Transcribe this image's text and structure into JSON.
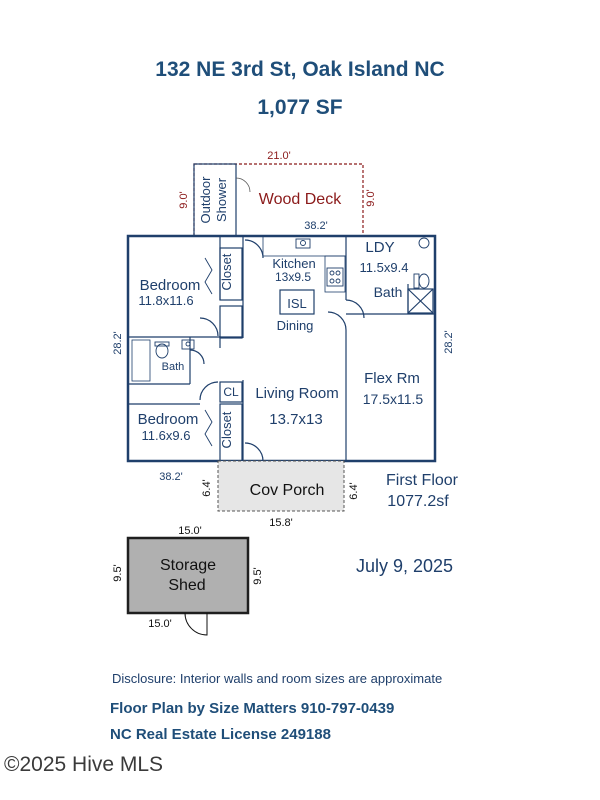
{
  "header": {
    "address": "132 NE 3rd St, Oak Island NC",
    "area": "1,077 SF"
  },
  "plan": {
    "deck": {
      "label": "Wood Deck",
      "width": "21.0'",
      "left_dim": "9.0'",
      "right_dim": "9.0'"
    },
    "outdoor_shower": {
      "line1": "Outdoor",
      "line2": "Shower"
    },
    "house_width_top": "38.2'",
    "house_width_bottom": "38.2'",
    "house_height_left": "28.2'",
    "house_height_right": "28.2'",
    "rooms": {
      "bedroom1": {
        "name": "Bedroom",
        "size": "11.8x11.6"
      },
      "closet1": "Closet",
      "kitchen": {
        "name": "Kitchen",
        "size": "13x9.5"
      },
      "ldy": {
        "name": "LDY",
        "size": "11.5x9.4"
      },
      "bath_right": "Bath",
      "isl": "ISL",
      "dining": "Dining",
      "bath_left": "Bath",
      "cl": "CL",
      "living": {
        "name": "Living Room",
        "size": "13.7x13"
      },
      "flex": {
        "name": "Flex Rm",
        "size": "17.5x11.5"
      },
      "bedroom2": {
        "name": "Bedroom",
        "size": "11.6x9.6"
      },
      "closet2": "Closet"
    },
    "porch": {
      "label": "Cov Porch",
      "width": "15.8'",
      "left_dim": "6.4'",
      "right_dim": "6.4'"
    },
    "floor": {
      "name": "First Floor",
      "area": "1077.2sf"
    },
    "shed": {
      "line1": "Storage",
      "line2": "Shed",
      "top_dim": "15.0'",
      "bottom_dim": "15.0'",
      "left_dim": "9.5'",
      "right_dim": "9.5'"
    }
  },
  "date": "July 9, 2025",
  "disclosure": "Disclosure: Interior walls and room sizes are approximate",
  "credit": "Floor Plan by Size Matters 910-797-0439",
  "license": "NC Real Estate License 249188",
  "watermark": "©2025 Hive MLS",
  "colors": {
    "title": "#1f4e79",
    "walls": "#1f3f6b",
    "deck_red": "#8b1a1a",
    "porch_fill": "#e6e6e6",
    "shed_fill": "#b0b0b0"
  }
}
